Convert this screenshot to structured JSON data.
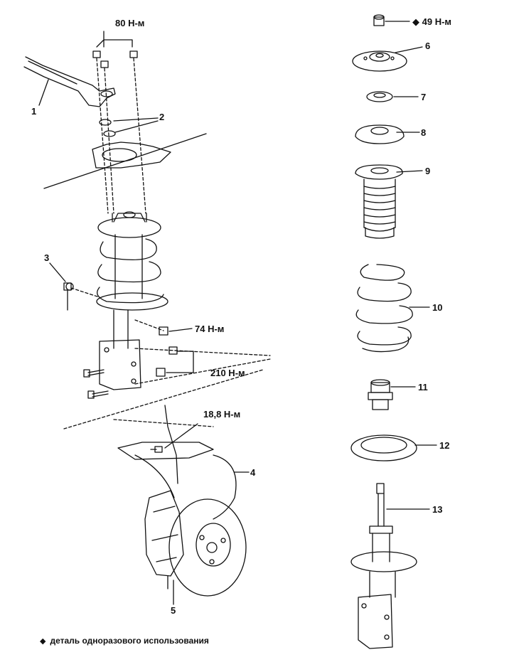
{
  "callouts": {
    "c1": "1",
    "c2": "2",
    "c3": "3",
    "c4": "4",
    "c5": "5",
    "c6": "6",
    "c7": "7",
    "c8": "8",
    "c9": "9",
    "c10": "10",
    "c11": "11",
    "c12": "12",
    "c13": "13"
  },
  "torques": {
    "t80": "80 Н-м",
    "t74": "74 Н-м",
    "t210": "210 Н-м",
    "t188": "18,8 Н-м",
    "t49": "49 Н-м"
  },
  "symbols": {
    "diamond": "◆"
  },
  "legend": {
    "text": "деталь одноразового использования"
  }
}
